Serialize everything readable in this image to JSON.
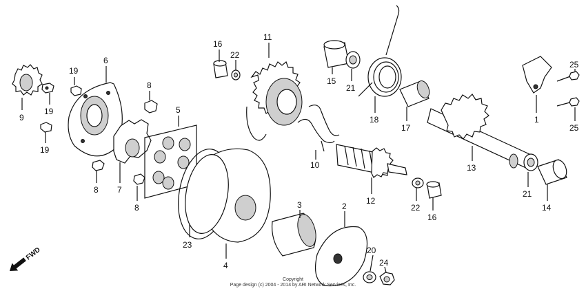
{
  "diagram": {
    "callouts": {
      "p1": "1",
      "p2": "2",
      "p3": "3",
      "p4": "4",
      "p5": "5",
      "p6": "6",
      "p7": "7",
      "p8a": "8",
      "p8b": "8",
      "p8c": "8",
      "p9": "9",
      "p10": "10",
      "p11": "11",
      "p12": "12",
      "p13": "13",
      "p14": "14",
      "p15": "15",
      "p16a": "16",
      "p16b": "16",
      "p17": "17",
      "p18": "18",
      "p19a": "19",
      "p19b": "19",
      "p19c": "19",
      "p20": "20",
      "p21a": "21",
      "p21b": "21",
      "p22a": "22",
      "p22b": "22",
      "p23": "23",
      "p24": "24",
      "p25a": "25",
      "p25b": "25"
    },
    "fwd_label": "FWD",
    "copyright_line1": "Copyright",
    "copyright_line2": "Page design (c) 2004 - 2014 by ARI Network Services, Inc."
  }
}
